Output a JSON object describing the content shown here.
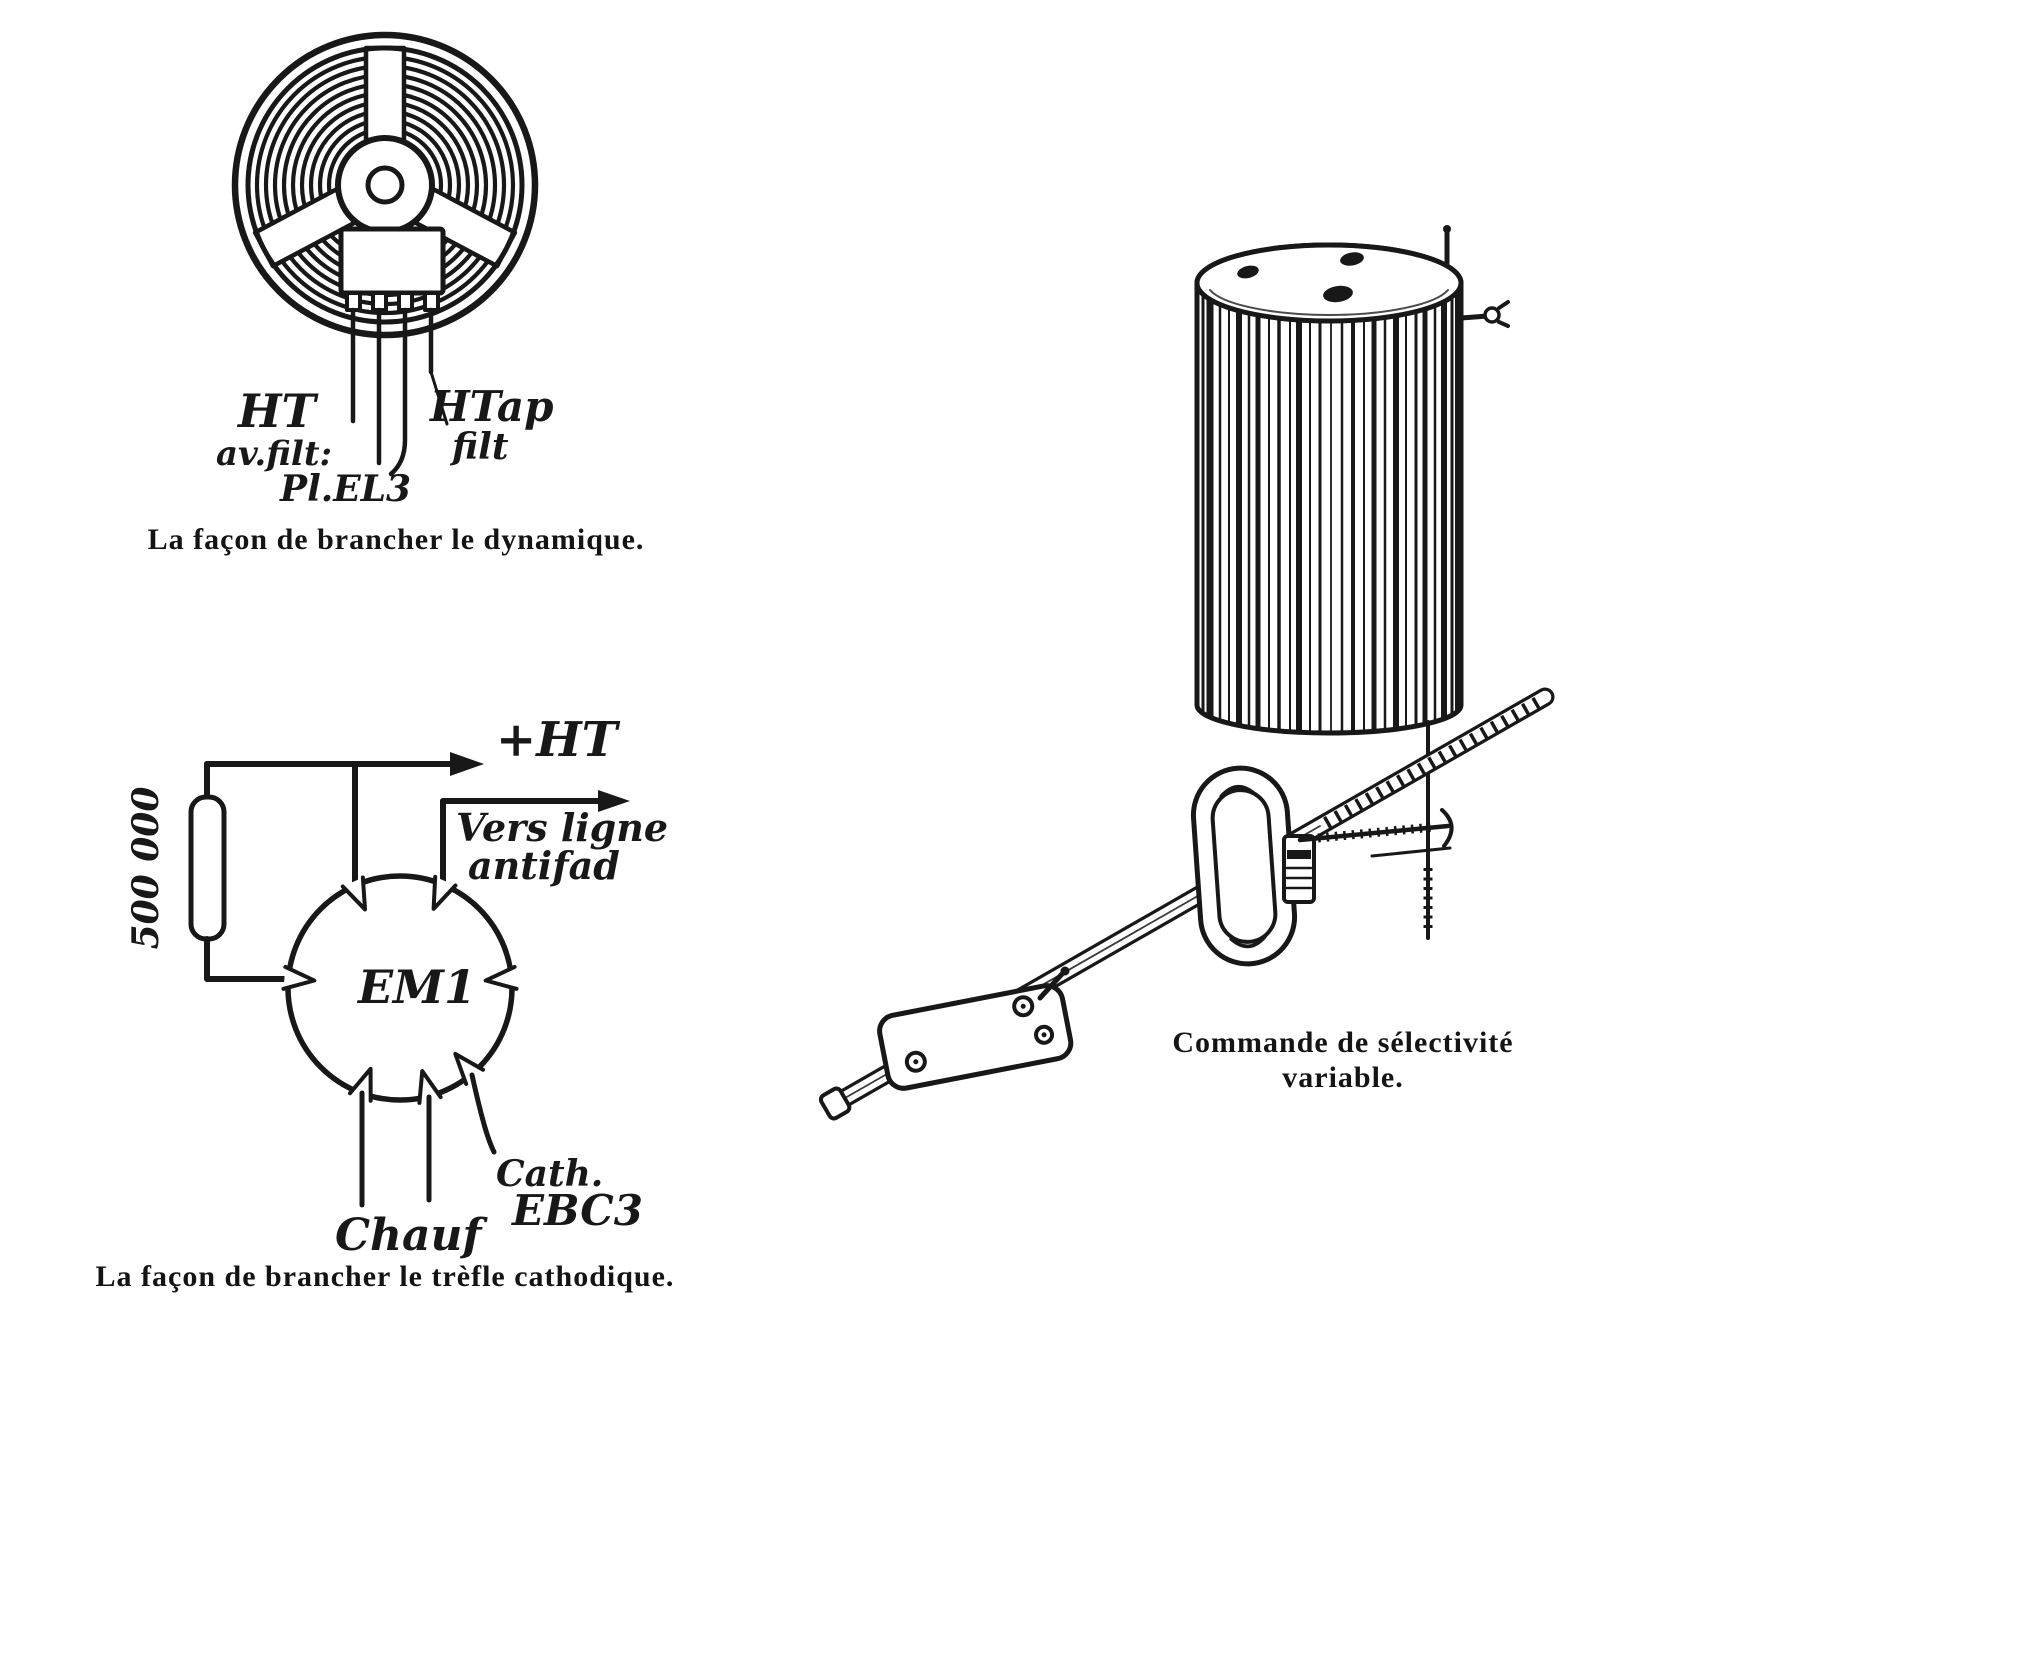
{
  "colors": {
    "ink": "#181818",
    "paper": "#ffffff"
  },
  "figures": {
    "speaker": {
      "caption": "La façon de brancher le dynamique.",
      "labels": {
        "ht": "HT",
        "av_filt": "av.filt:",
        "pl_el3": "Pl.EL3",
        "ht_ap": "HTap",
        "filt": "filt"
      }
    },
    "magic_eye": {
      "caption": "La façon de brancher le trèfle cathodique.",
      "labels": {
        "plus_ht": "+HT",
        "vers_ligne_line1": "Vers ligne",
        "vers_ligne_line2": "antifad",
        "resistor_value": "500 000",
        "tube_name": "EM1",
        "chauf": "Chauf",
        "cath_line1": "Cath.",
        "cath_line2": "EBC3"
      }
    },
    "selectivity": {
      "caption_line1": "Commande de sélectivité",
      "caption_line2": "variable."
    }
  }
}
